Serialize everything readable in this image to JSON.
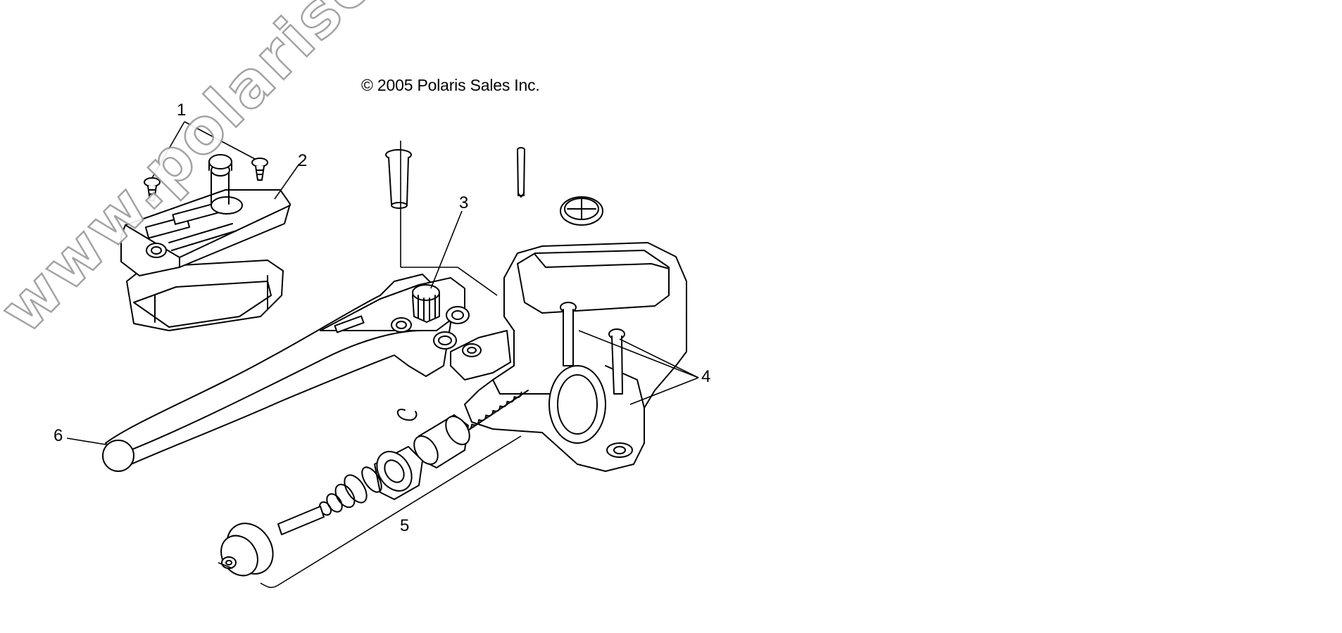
{
  "copyright": "© 2005 Polaris Sales Inc.",
  "watermark": "www.polarisersatzteile.de",
  "callouts": {
    "c1": "1",
    "c2": "2",
    "c3": "3",
    "c4": "4",
    "c5": "5",
    "c6": "6"
  },
  "colors": {
    "line": "#000000",
    "watermark_outline": "#9a9a9a",
    "background": "#ffffff"
  }
}
